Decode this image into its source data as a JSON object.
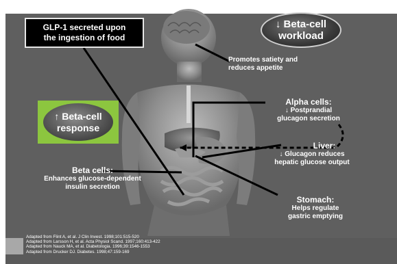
{
  "glp1_box": {
    "line1": "GLP-1 secreted upon",
    "line2": "the ingestion of food"
  },
  "beta_cell_workload": {
    "line1": "↓ Beta-cell",
    "line2": "workload"
  },
  "beta_cell_response": {
    "line1": "↑ Beta-cell",
    "line2": "response"
  },
  "brain_effect": {
    "line1": "Promotes satiety and",
    "line2": "reduces appetite"
  },
  "alpha_cells": {
    "title": "Alpha cells:",
    "line1": "↓ Postprandial",
    "line2": "glucagon secretion"
  },
  "liver": {
    "title": "Liver:",
    "line1": "↓ Glucagon reduces",
    "line2": "hepatic glucose output"
  },
  "beta_cells": {
    "title": "Beta cells:",
    "line1": "Enhances glucose-dependent",
    "line2": "insulin secretion"
  },
  "stomach": {
    "title": "Stomach:",
    "line1": "Helps regulate",
    "line2": "gastric emptying"
  },
  "references": [
    "Adapted from Flint A, et al. J Clin Invest. 1998;101:515-520",
    "Adapted from Larsson H, et al. Acta Physiol Scand. 1997;160:413-422",
    "Adapted from Nauck MA, et al. Diabetologia. 1996;39:1546-1553",
    "Adapted from Drucker DJ. Diabetes. 1998;47:159-169"
  ],
  "colors": {
    "background": "#5f5f5f",
    "accent_green": "#8cc63f",
    "text": "#ffffff"
  }
}
